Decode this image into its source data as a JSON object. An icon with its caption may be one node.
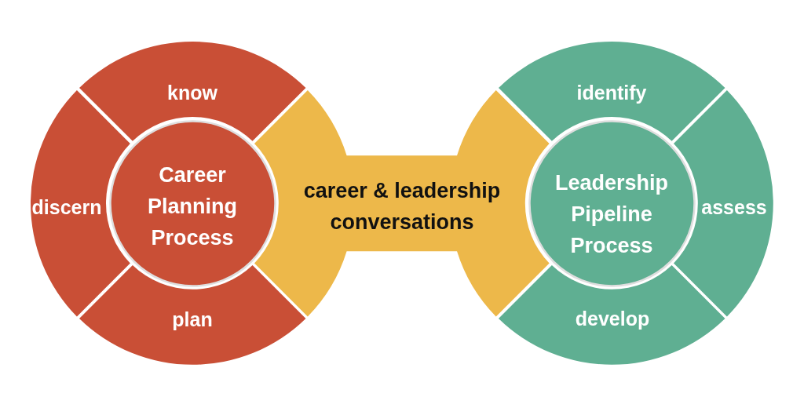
{
  "diagram": {
    "nodes": [
      {
        "text": [
          "Career Planning Process"
        ]
      },
      {
        "text": [
          "know"
        ]
      },
      {
        "text": [
          "discern"
        ]
      },
      {
        "text": [
          "plan"
        ]
      },
      {
        "text": [
          "career & leadership conversations"
        ]
      },
      {
        "text": [
          "Leadership Pipeline Process"
        ]
      },
      {
        "text": [
          "identify"
        ]
      },
      {
        "text": [
          "assess"
        ]
      },
      {
        "text": [
          "develop"
        ]
      }
    ]
  }
}
